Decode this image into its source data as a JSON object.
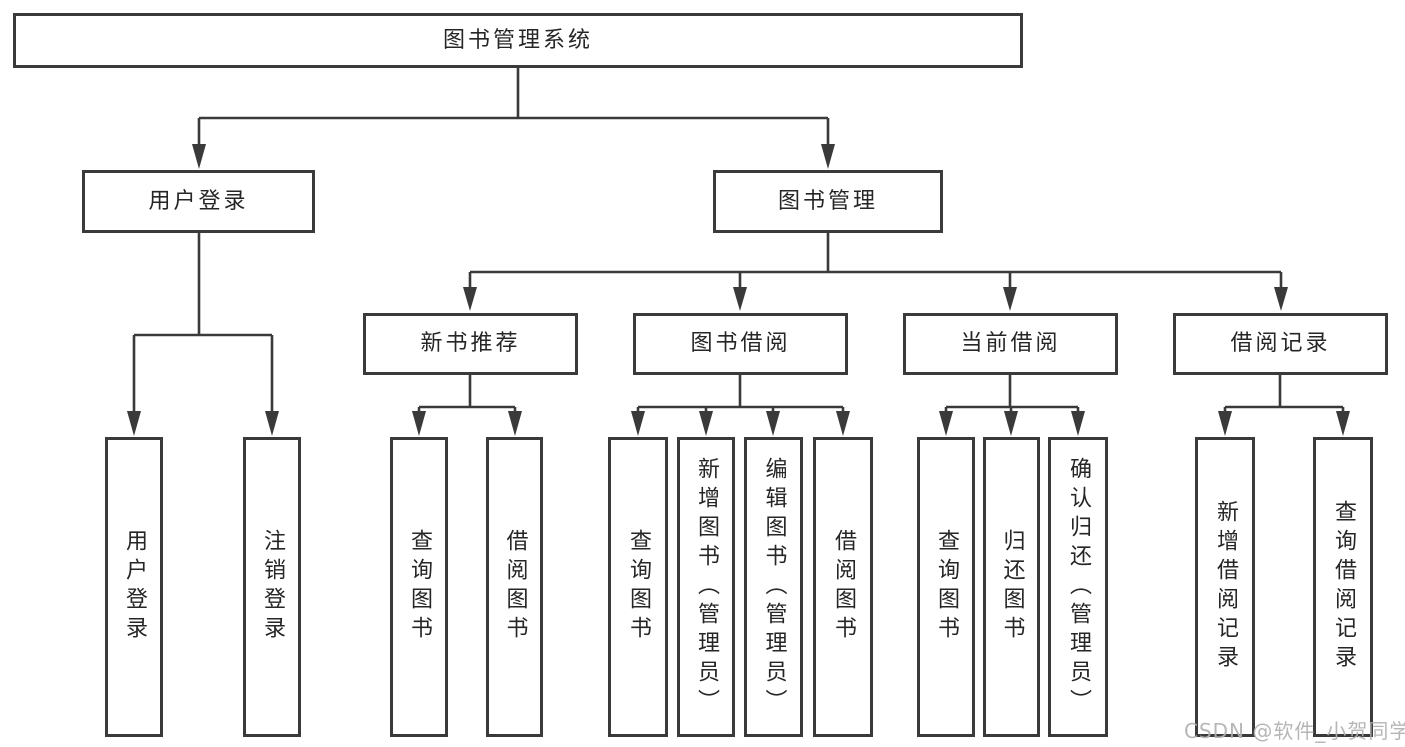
{
  "tree": {
    "root_label": "图书管理系统",
    "login_branch": {
      "label": "用户登录",
      "children": [
        "用户登录",
        "注销登录"
      ]
    },
    "management_branch": {
      "label": "图书管理",
      "groups": [
        {
          "label": "新书推荐",
          "children": [
            "查询图书",
            "借阅图书"
          ]
        },
        {
          "label": "图书借阅",
          "children": [
            "查询图书",
            "新增图书（管理员）",
            "编辑图书（管理员）",
            "借阅图书"
          ]
        },
        {
          "label": "当前借阅",
          "children": [
            "查询图书",
            "归还图书",
            "确认归还（管理员）"
          ]
        },
        {
          "label": "借阅记录",
          "children": [
            "新增借阅记录",
            "查询借阅记录"
          ]
        }
      ]
    }
  },
  "watermark": "CSDN @软件_小贺同学",
  "colors": {
    "line": "#3a3a3a",
    "text": "#262626",
    "watermark": "#b0b0b0",
    "background": "#ffffff"
  }
}
